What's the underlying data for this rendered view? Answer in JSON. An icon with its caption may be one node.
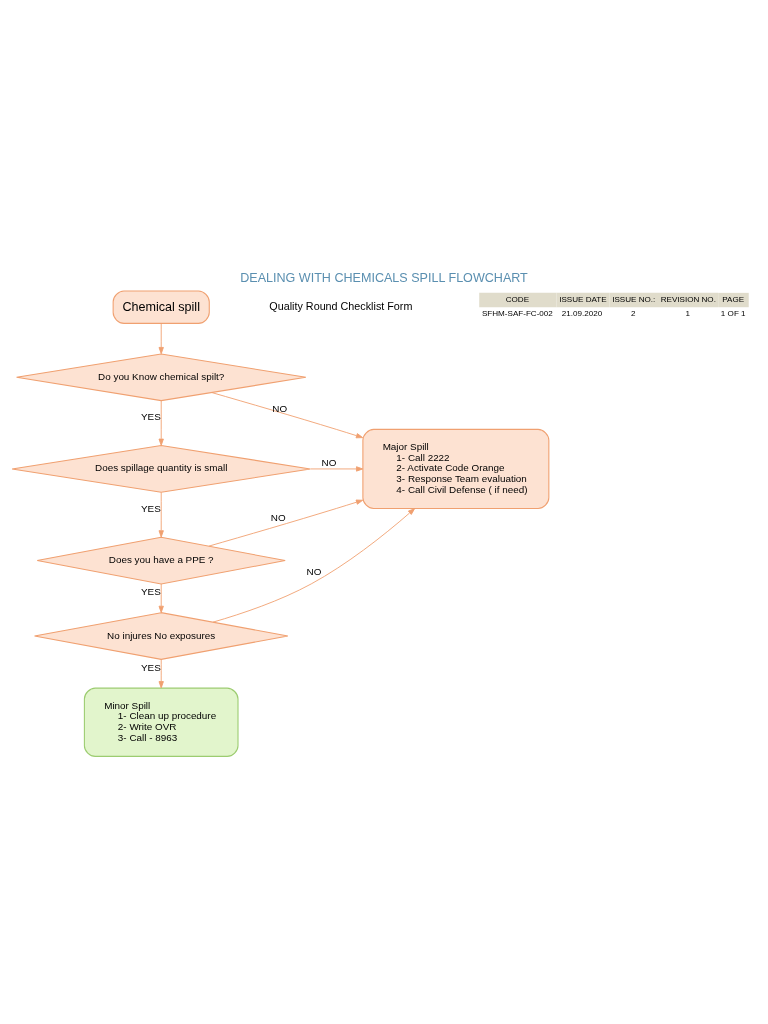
{
  "diagram": {
    "title": "DEALING WITH CHEMICALS SPILL FLOWCHART",
    "nodes": [
      {
        "text": [
          "Chemical spill"
        ]
      },
      {
        "text": [
          "Do you Know chemical spilt?"
        ]
      },
      {
        "text": [
          "Does spillage quantity is small"
        ]
      },
      {
        "text": [
          "Does you have a PPE ?"
        ]
      },
      {
        "text": [
          "No injures No exposures"
        ]
      },
      {
        "text": [
          "Major Spill",
          "1- Call 2222",
          "2- Activate Code Orange",
          "3- Response Team evaluation",
          "4- Call Civil Defense ( if need)"
        ]
      },
      {
        "text": [
          "Minor Spill",
          "1- Clean up procedure",
          "2- Write OVR",
          "3- Call - 8963"
        ]
      }
    ],
    "edges": [
      {
        "from": 0,
        "to": 1,
        "arrow": "to"
      },
      {
        "from": 1,
        "to": 2,
        "arrow": "to",
        "label": "YES"
      },
      {
        "from": 1,
        "to": 5,
        "arrow": "to",
        "label": "NO"
      },
      {
        "from": 2,
        "to": 3,
        "arrow": "to",
        "label": "YES"
      },
      {
        "from": 2,
        "to": 5,
        "arrow": "to",
        "label": "NO"
      },
      {
        "from": 3,
        "to": 4,
        "arrow": "to",
        "label": "YES"
      },
      {
        "from": 3,
        "to": 5,
        "arrow": "to",
        "label": "NO"
      },
      {
        "from": 4,
        "to": 6,
        "arrow": "to",
        "label": "YES"
      },
      {
        "from": 4,
        "to": 5,
        "arrow": "to",
        "label": "NO"
      }
    ],
    "labels": [
      "Quality Round Checklist Form",
      "CODE",
      "ISSUE DATE",
      "ISSUE NO.:",
      "REVISION NO.",
      "PAGE",
      "SFHM-SAF-FC-002",
      "21.09.2020",
      "2",
      "1",
      "1 OF 1"
    ]
  }
}
